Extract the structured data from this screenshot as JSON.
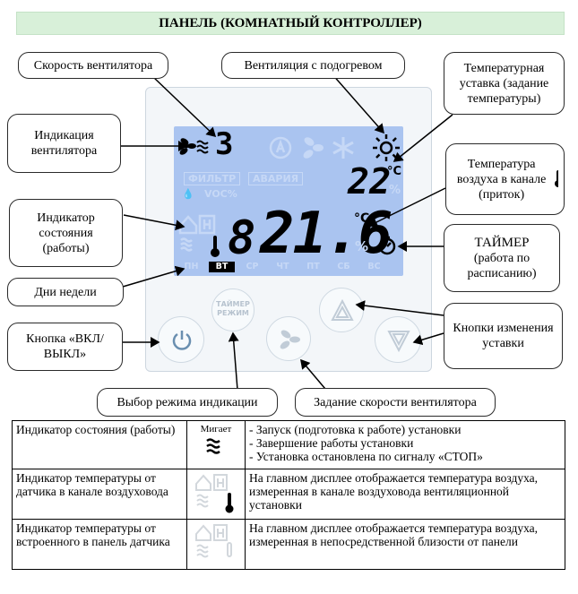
{
  "title": "ПАНЕЛЬ (КОМНАТНЫЙ КОНТРОЛЛЕР)",
  "callouts": {
    "fan_speed": "Скорость вентилятора",
    "heated_vent": "Вентиляция с подогревом",
    "temp_setpoint": "Температурная уставка (задание температуры)",
    "fan_indication": "Индикация вентилятора",
    "duct_temp": "Температура воздуха в канале (приток)",
    "status_indicator": "Индикатор состояния (работы)",
    "timer_title": "ТАЙМЕР",
    "timer_sub": "(работа по расписанию)",
    "weekdays": "Дни недели",
    "setpoint_buttons": "Кнопки изменения уставки",
    "power_button": "Кнопка «ВКЛ/ВЫКЛ»",
    "display_mode": "Выбор режима индикации",
    "fan_speed_set": "Задание скорости вентилятора"
  },
  "lcd": {
    "fan_speed_digit": "3",
    "filter_label": "ФИЛЬТР",
    "alarm_label": "АВАРИЯ",
    "voc_label": "VOC%",
    "setpoint_value": "22",
    "setpoint_unit": "°C",
    "main_temp": "21.6",
    "main_unit": "°C",
    "percent": "%",
    "days": [
      "ПН",
      "ВТ",
      "СР",
      "ЧТ",
      "ПТ",
      "СБ",
      "ВС"
    ],
    "active_day": 1
  },
  "buttons": {
    "timer_line1": "ТАЙМЕР",
    "timer_line2": "РЕЖИМ"
  },
  "table": {
    "rows": [
      {
        "name": "Индикатор состояния (работы)",
        "symbol_label": "Мигает",
        "symbol_icon": "fan-wave-icon",
        "description": [
          "- Запуск (подготовка к работе) установки",
          "- Завершение работы установки",
          "- Установка остановлена по сигналу «СТОП»"
        ]
      },
      {
        "name": "Индикатор температуры от датчика в канале воздуховода",
        "symbol_icon": "duct-thermometer-icon",
        "description": [
          "На главном дисплее отображается температура воздуха, измеренная в канале воздуховода вентиляционной установки"
        ]
      },
      {
        "name": "Индикатор температуры от встроенного в панель датчика",
        "symbol_icon": "panel-sensor-icon",
        "description": [
          "На главном дисплее отображается температура воздуха, измеренная в непосредственной близости от панели"
        ]
      }
    ]
  },
  "colors": {
    "lcd_bg": "#aac4f0",
    "title_bg": "#d8f0d9",
    "dim_segment": "#c6d8f6",
    "device_border": "#cdd6df"
  }
}
